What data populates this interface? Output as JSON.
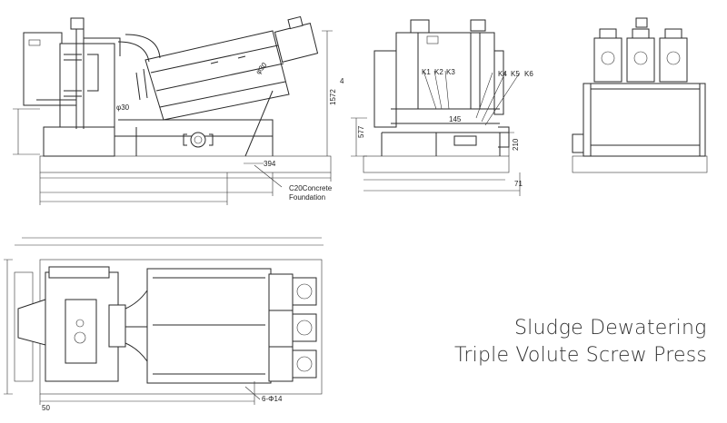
{
  "title": {
    "line1": "Sludge Dewatering",
    "line2": "Triple Volute Screw Press"
  },
  "dimensions": {
    "height_1572": "1572",
    "phi30_a": "φ30",
    "phi30_b": "φ30",
    "d394": "394",
    "concrete": "C20Concrete",
    "foundation": "Foundation",
    "d577": "577",
    "d145": "145",
    "d210": "210",
    "d71": "71",
    "k1": "K1",
    "k2": "K2",
    "k3": "K3",
    "k4": "K4",
    "k5": "K5",
    "k6": "K6",
    "d4": "4",
    "d50": "50",
    "holes": "6-Φ14"
  },
  "colors": {
    "line": "#2a2a2a",
    "concrete": "#f2f2f2",
    "title": "#333333"
  }
}
